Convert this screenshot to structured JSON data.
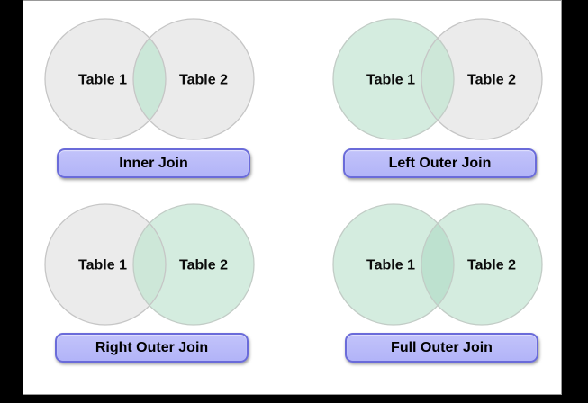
{
  "palette": {
    "canvas_bg": "#000000",
    "panel_bg": "#ffffff",
    "panel_border": "#999999",
    "button_bg": "#b9baf9",
    "button_border": "#6a6bd9",
    "gray_circle_fill": "#ebebeb",
    "green_circle_fill": "#d4ecdf",
    "label_color": "#000000"
  },
  "quadrants": [
    {
      "name": "inner-join",
      "table1_label": "Table 1",
      "table2_label": "Table 2",
      "button_label": "Inner Join",
      "left_fill": "#ebebeb",
      "right_fill": "#ebebeb",
      "lens_fill": "#cbe7d8",
      "left_stroke": "#c6c6c6",
      "right_stroke": "#c6c6c6"
    },
    {
      "name": "left-outer-join",
      "table1_label": "Table 1",
      "table2_label": "Table 2",
      "button_label": "Left Outer Join",
      "left_fill": "#d4ecdf",
      "right_fill": "#ebebeb",
      "lens_fill": "#cde7d8",
      "left_stroke": "#c2ccc6",
      "right_stroke": "#c6c6c6"
    },
    {
      "name": "right-outer-join",
      "table1_label": "Table 1",
      "table2_label": "Table 2",
      "button_label": "Right Outer Join",
      "left_fill": "#ebebeb",
      "right_fill": "#d4ecdf",
      "lens_fill": "#cde7d8",
      "left_stroke": "#c6c6c6",
      "right_stroke": "#c2ccc6"
    },
    {
      "name": "full-outer-join",
      "table1_label": "Table 1",
      "table2_label": "Table 2",
      "button_label": "Full Outer Join",
      "left_fill": "#d4ecdf",
      "right_fill": "#d4ecdf",
      "lens_fill": "#bde1cf",
      "left_stroke": "#c2ccc6",
      "right_stroke": "#c2ccc6"
    }
  ]
}
